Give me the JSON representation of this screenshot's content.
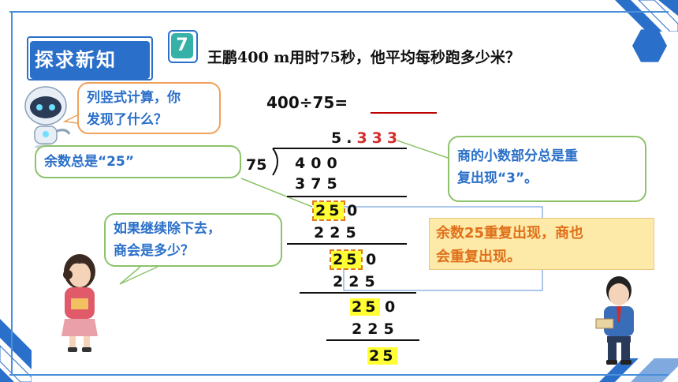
{
  "header": {
    "section_title": "探求新知",
    "problem_number": "7",
    "question": "王鹏400 m用时75秒，他平均每秒跑多少米？"
  },
  "robot_bubble": {
    "text_line1": "列竖式计算，你",
    "text_line2": "发现了什么？"
  },
  "equation": {
    "text": "400÷75="
  },
  "remainder_bubble": {
    "text": "余数总是“25”"
  },
  "quotient_bubble": {
    "text_line1": "商的小数部分总是重",
    "text_line2": "复出现“3”。"
  },
  "girl_bubble": {
    "text_line1": "如果继续除下去，",
    "text_line2": "商会是多少？"
  },
  "answer_box": {
    "text_line1": "余数25重复出现，商也",
    "text_line2": "会重复出现。"
  },
  "long_division": {
    "quotient_int": "5.",
    "quotient_dec": "333",
    "divisor": "75",
    "dividend": "400",
    "step1_sub": "375",
    "step2_rem": "25",
    "step2_zero": "0",
    "step2_sub": "225",
    "step3_rem": "25",
    "step3_zero": "0",
    "step3_sub": "225",
    "step4_rem": "25",
    "step4_zero": "0",
    "step4_sub": "225",
    "step5_rem": "25"
  },
  "colors": {
    "brand_blue": "#2a6fc9",
    "bubble_green": "#8cc36a",
    "highlight_yellow": "#ffff33",
    "answer_orange": "#e0701a",
    "quotient_red": "#d62a2a"
  }
}
